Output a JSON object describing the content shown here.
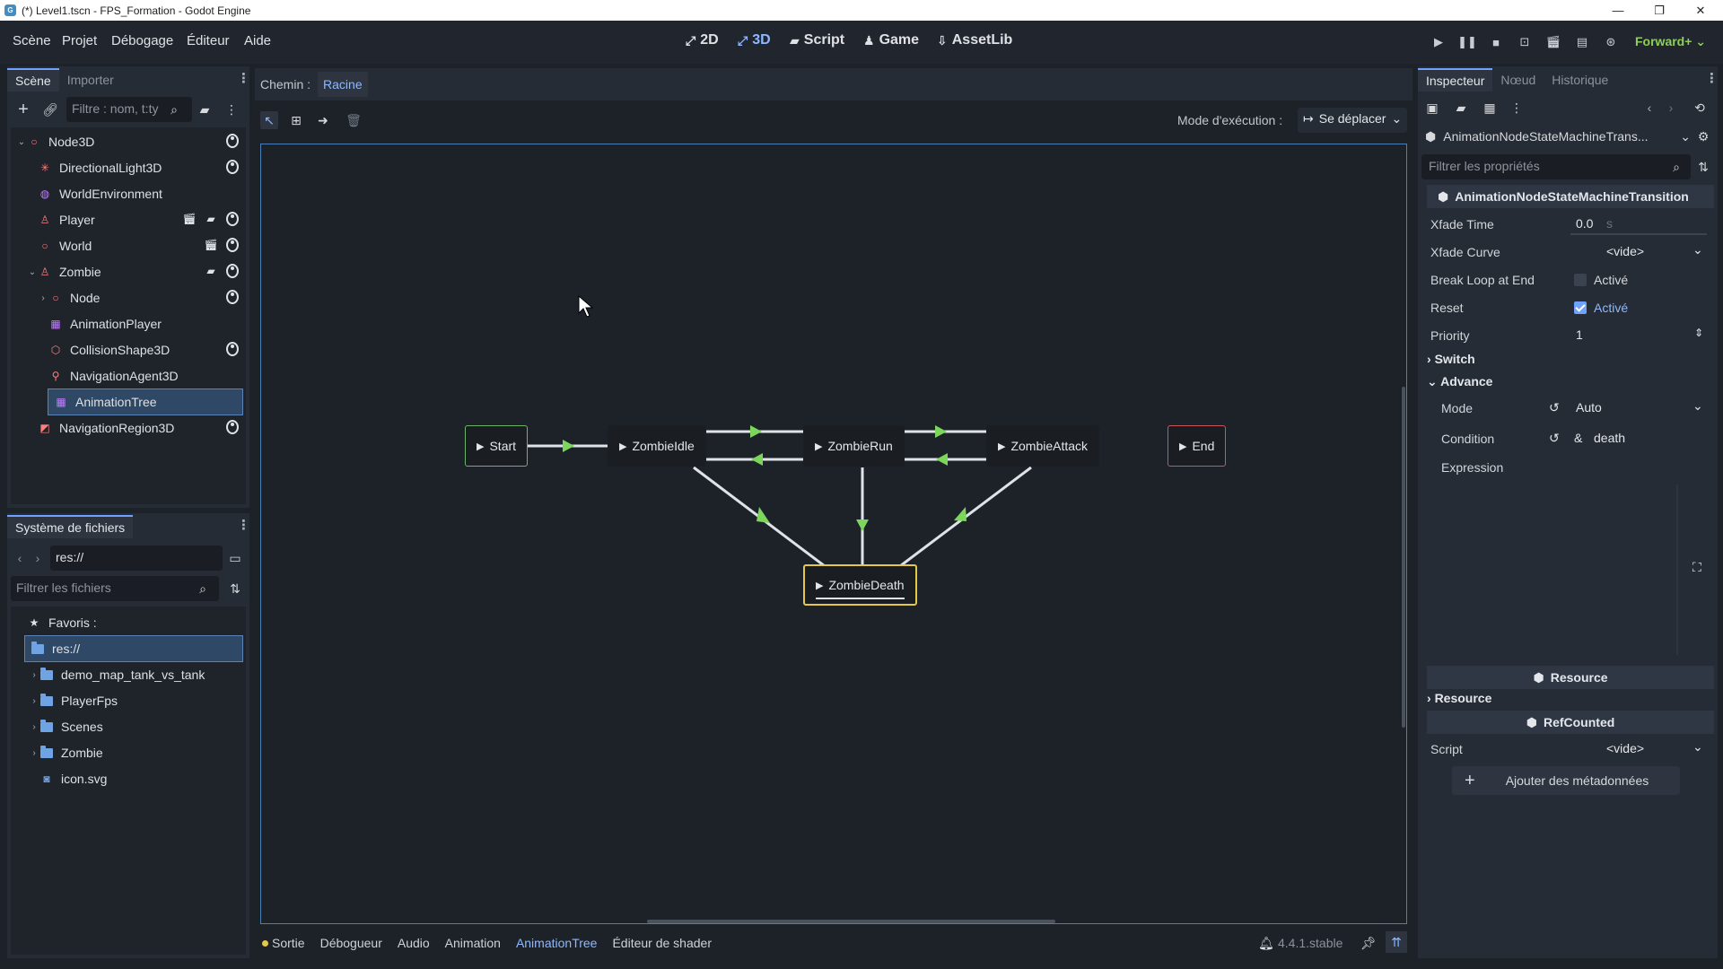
{
  "window": {
    "title": "(*) Level1.tscn - FPS_Formation - Godot Engine",
    "minimize": "—",
    "maximize": "❐",
    "close": "✕"
  },
  "menubar": {
    "menus": [
      "Scène",
      "Projet",
      "Débogage",
      "Éditeur",
      "Aide"
    ],
    "workspaces": [
      {
        "label": "2D",
        "icon": "2d-icon"
      },
      {
        "label": "3D",
        "icon": "3d-icon",
        "active": true
      },
      {
        "label": "Script",
        "icon": "script-icon"
      },
      {
        "label": "Game",
        "icon": "game-icon"
      },
      {
        "label": "AssetLib",
        "icon": "assetlib-icon"
      }
    ],
    "renderer": "Forward+"
  },
  "scene_dock": {
    "tabs": [
      "Scène",
      "Importer"
    ],
    "filter_placeholder": "Filtre : nom, t:ty",
    "nodes": [
      {
        "label": "Node3D",
        "icon": "node3d-icon",
        "color": "#fc7f7f"
      },
      {
        "label": "DirectionalLight3D",
        "icon": "light-icon",
        "color": "#fc7f7f"
      },
      {
        "label": "WorldEnvironment",
        "icon": "world-environment-icon",
        "color": "#c07cff"
      },
      {
        "label": "Player",
        "icon": "character-icon",
        "color": "#fc7f7f"
      },
      {
        "label": "World",
        "icon": "node3d-icon",
        "color": "#fc7f7f"
      },
      {
        "label": "Zombie",
        "icon": "character-icon",
        "color": "#fc7f7f"
      },
      {
        "label": "Node",
        "icon": "node3d-icon",
        "color": "#fc7f7f"
      },
      {
        "label": "AnimationPlayer",
        "icon": "animation-player-icon",
        "color": "#c07cff"
      },
      {
        "label": "CollisionShape3D",
        "icon": "collision-shape-icon",
        "color": "#fc7f7f"
      },
      {
        "label": "NavigationAgent3D",
        "icon": "navigation-agent-icon",
        "color": "#fc7f7f"
      },
      {
        "label": "AnimationTree",
        "icon": "animation-tree-icon",
        "color": "#c07cff"
      },
      {
        "label": "NavigationRegion3D",
        "icon": "navigation-region-icon",
        "color": "#fc7f7f"
      }
    ]
  },
  "filesystem_dock": {
    "tab": "Système de fichiers",
    "path": "res://",
    "filter_placeholder": "Filtrer les fichiers",
    "favorites": "Favoris :",
    "items": [
      {
        "label": "res://"
      },
      {
        "label": "demo_map_tank_vs_tank"
      },
      {
        "label": "PlayerFps"
      },
      {
        "label": "Scenes"
      },
      {
        "label": "Zombie"
      },
      {
        "label": "icon.svg"
      }
    ]
  },
  "editor": {
    "path_label": "Chemin :",
    "path_root": "Racine",
    "run_mode_label": "Mode d'exécution :",
    "run_mode_value": "Se déplacer",
    "nodes": [
      {
        "label": "Start"
      },
      {
        "label": "ZombieIdle"
      },
      {
        "label": "ZombieRun"
      },
      {
        "label": "ZombieAttack"
      },
      {
        "label": "End"
      },
      {
        "label": "ZombieDeath"
      }
    ]
  },
  "bottom_bar": {
    "tabs": [
      "Sortie",
      "Débogueur",
      "Audio",
      "Animation",
      "AnimationTree",
      "Éditeur de shader"
    ],
    "version": "4.4.1.stable"
  },
  "inspector": {
    "tabs": [
      "Inspecteur",
      "Nœud",
      "Historique"
    ],
    "resource_selector": "AnimationNodeStateMachineTrans...",
    "filter_placeholder": "Filtrer les propriétés",
    "class_header": "AnimationNodeStateMachineTransition",
    "xfade_time": {
      "label": "Xfade Time",
      "value": "0.0",
      "unit": "s"
    },
    "xfade_curve": {
      "label": "Xfade Curve",
      "value": "<vide>"
    },
    "break_loop": {
      "label": "Break Loop at End",
      "value": "Activé"
    },
    "reset": {
      "label": "Reset",
      "value": "Activé"
    },
    "priority": {
      "label": "Priority",
      "value": "1"
    },
    "group_switch": "Switch",
    "group_advance": "Advance",
    "mode": {
      "label": "Mode",
      "value": "Auto"
    },
    "condition": {
      "label": "Condition",
      "value": "death",
      "prefix": "&"
    },
    "expression": {
      "label": "Expression"
    },
    "resource_header": "Resource",
    "resource_group": "Resource",
    "refcounted_header": "RefCounted",
    "script": {
      "label": "Script",
      "value": "<vide>"
    },
    "add_metadata": "Ajouter des métadonnées"
  },
  "colors": {
    "accent": "#6fa1ff",
    "transition_arrow": "#7bd65b",
    "start_border": "#6fb36a",
    "end_border": "#c9565b",
    "current_border": "#e2c94b"
  }
}
